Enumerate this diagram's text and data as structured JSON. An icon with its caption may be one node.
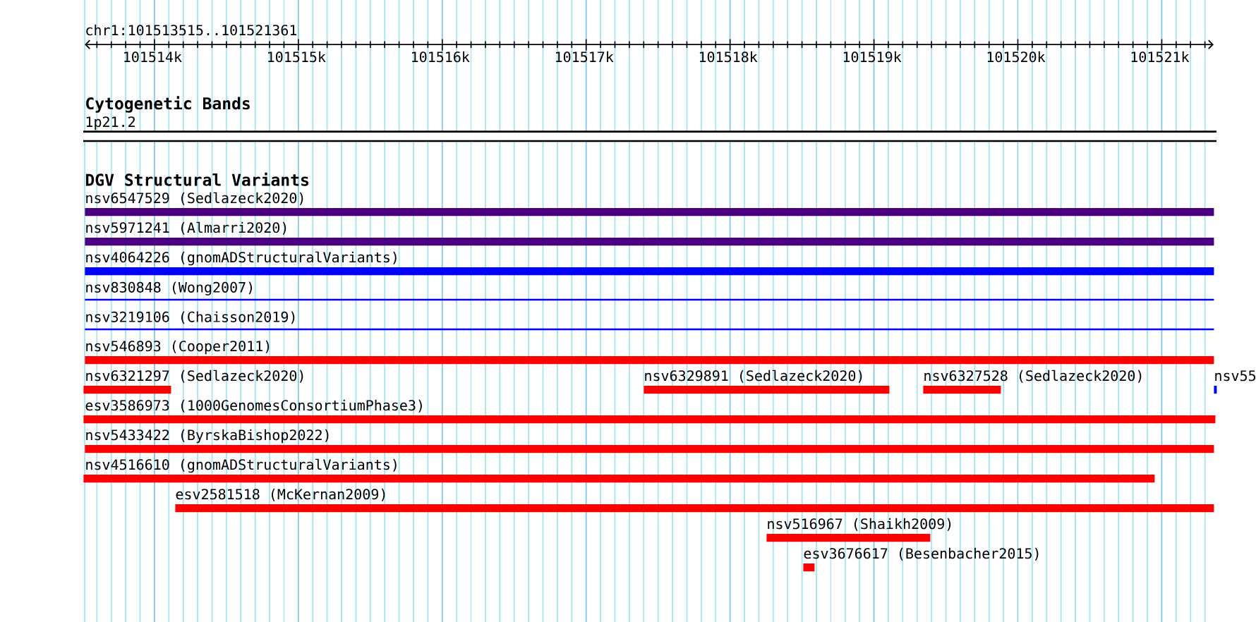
{
  "diagram": {
    "nodes": [
      {
        "text": [
          "1p21.2"
        ]
      },
      {
        "text": [
          "nsv6547529 (Sedlazeck2020)"
        ]
      },
      {
        "text": [
          "nsv5971241 (Almarri2020)"
        ]
      },
      {
        "text": [
          "nsv4064226 (gnomADStructuralVariants)"
        ]
      },
      {
        "text": [
          "nsv830848 (Wong2007)"
        ]
      },
      {
        "text": [
          "nsv3219106 (Chaisson2019)"
        ]
      },
      {
        "text": [
          "nsv546893 (Cooper2011)"
        ]
      },
      {
        "text": [
          "nsv6321297 (Sedlazeck2020)"
        ]
      },
      {
        "text": [
          "nsv6329891 (Sedlazeck2020)"
        ]
      },
      {
        "text": [
          "nsv6327528 (Sedlazeck2020)"
        ]
      },
      {
        "text": [
          "nsv55"
        ]
      },
      {
        "text": [
          "esv3586973 (1000GenomesConsortiumPhase3)"
        ]
      },
      {
        "text": [
          "nsv5433422 (ByrskaBishop2022)"
        ]
      },
      {
        "text": [
          "nsv4516610 (gnomADStructuralVariants)"
        ]
      },
      {
        "text": [
          "esv2581518 (McKernan2009)"
        ]
      },
      {
        "text": [
          "nsv516967 (Shaikh2009)"
        ]
      },
      {
        "text": [
          "esv3676617 (Besenbacher2015)"
        ]
      }
    ],
    "labels": [
      "chr1:101513515..101521361",
      "101514k",
      "101515k",
      "101516k",
      "101517k",
      "101518k",
      "101519k",
      "101520k",
      "101521k",
      "Cytogenetic Bands",
      "DGV Structural Variants"
    ]
  }
}
